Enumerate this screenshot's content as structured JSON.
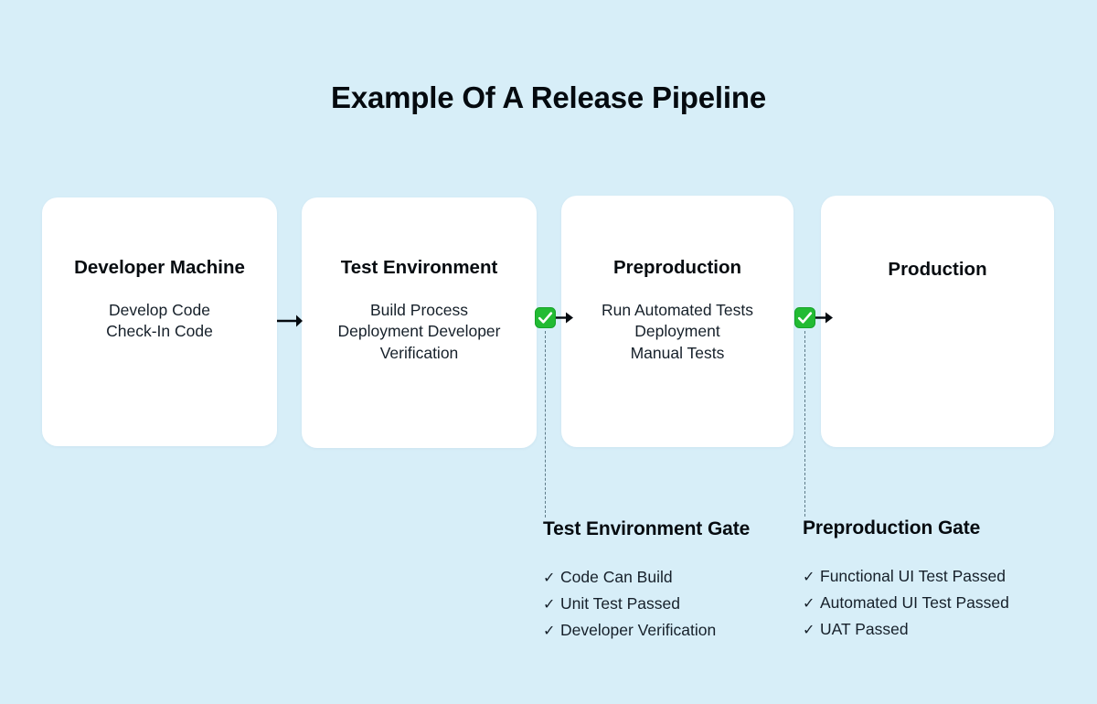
{
  "page": {
    "title": "Example Of A Release Pipeline",
    "background_color": "#d7eef8",
    "card_color": "#ffffff",
    "badge_color": "#22bb33",
    "text_color": "#0b0f14"
  },
  "stages": [
    {
      "id": "developer-machine",
      "title": "Developer Machine",
      "body": "Develop Code\nCheck-In Code"
    },
    {
      "id": "test-environment",
      "title": "Test Environment",
      "body": "Build Process\nDeployment Developer\nVerification"
    },
    {
      "id": "preproduction",
      "title": "Preproduction",
      "body": "Run Automated Tests\nDeployment\nManual Tests"
    },
    {
      "id": "production",
      "title": "Production",
      "body": ""
    }
  ],
  "connectors": [
    {
      "id": "arrow-dev-to-test",
      "icon": "arrow-right-icon"
    },
    {
      "id": "gate-marker-test",
      "icon": "green-check-badge-icon",
      "arrow": "arrow-right-icon"
    },
    {
      "id": "gate-marker-preprod",
      "icon": "green-check-badge-icon",
      "arrow": "arrow-right-icon"
    }
  ],
  "gates": [
    {
      "id": "test-environment-gate",
      "title": "Test Environment Gate",
      "tick": "✓",
      "items": [
        "Code Can Build",
        "Unit Test Passed",
        "Developer Verification"
      ]
    },
    {
      "id": "preproduction-gate",
      "title": "Preproduction Gate",
      "tick": "✓",
      "items": [
        "Functional UI Test Passed",
        "Automated UI Test Passed",
        "UAT Passed"
      ]
    }
  ]
}
